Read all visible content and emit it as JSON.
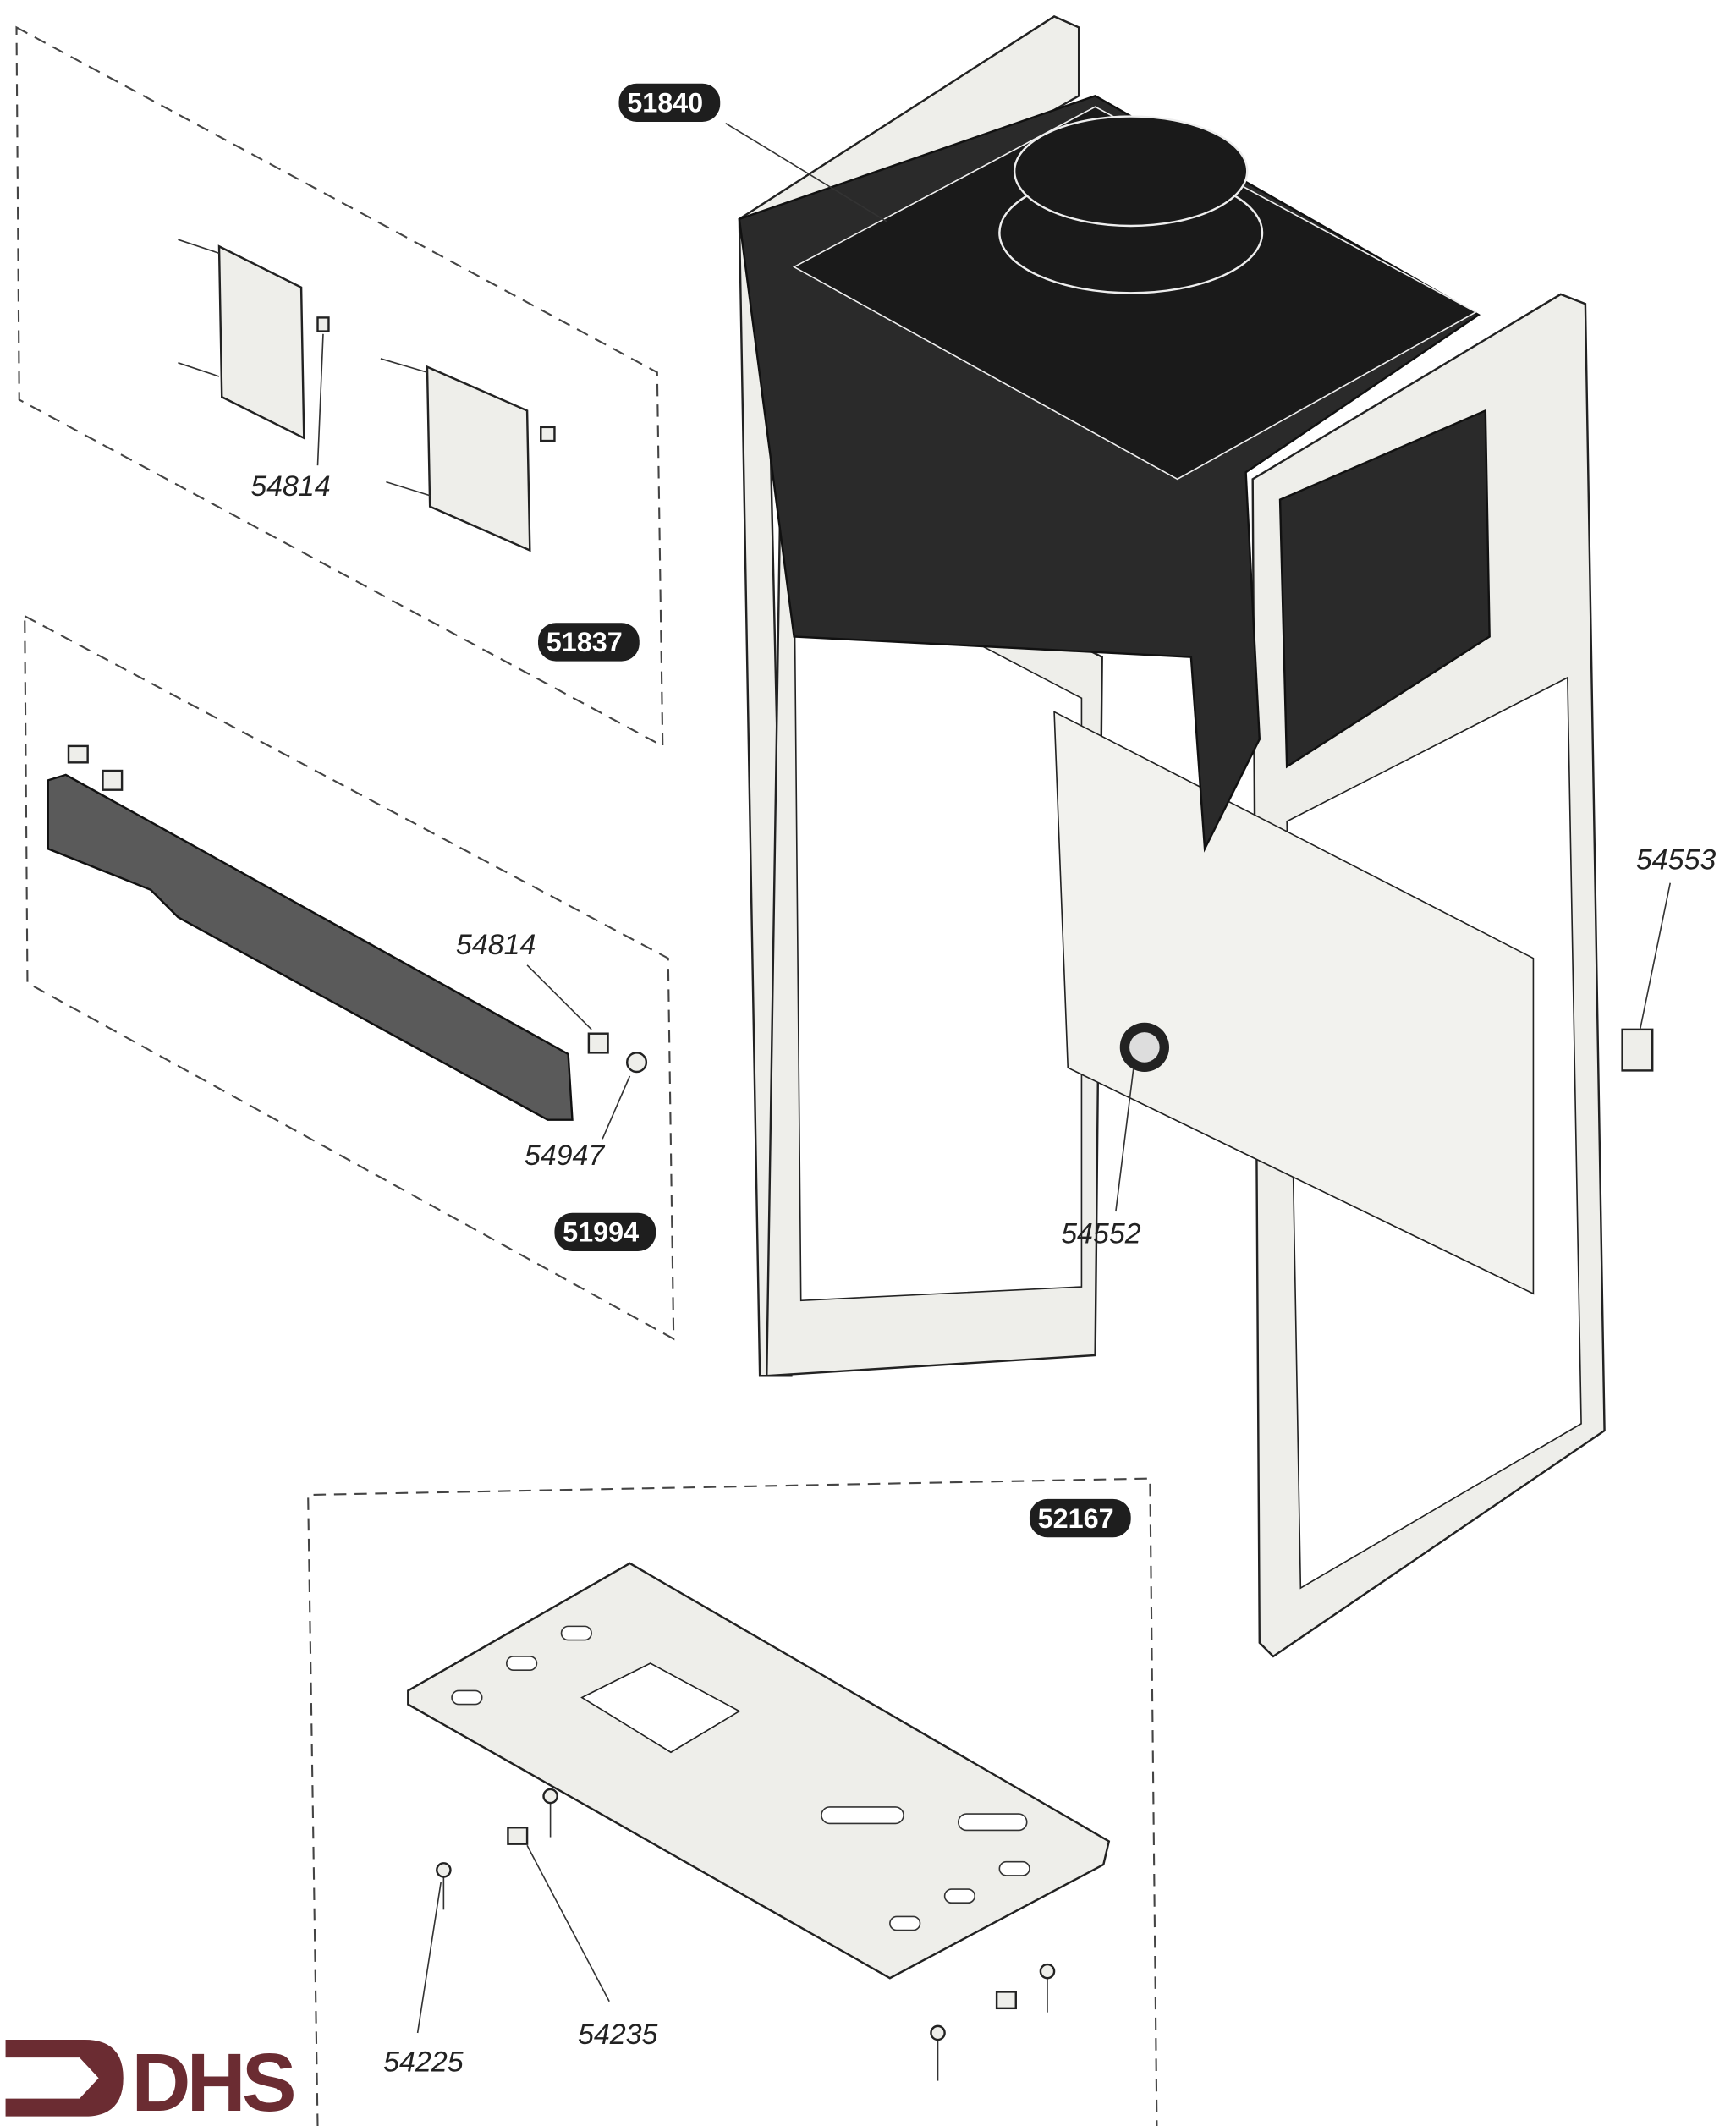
{
  "title": "Parts diagram – frame assembly",
  "badges": {
    "b51840": "51840",
    "b51837": "51837",
    "b51994": "51994",
    "b52167": "52167"
  },
  "labels": {
    "l54814a": "54814",
    "l54814b": "54814",
    "l54947": "54947",
    "l54552": "54552",
    "l54553": "54553",
    "l54225": "54225",
    "l54235": "54235"
  },
  "logo": {
    "text": "DHS",
    "color": "#6b2c32"
  },
  "colors": {
    "badge": "#1e1e1e",
    "dark_part": "#2a2a2a"
  }
}
